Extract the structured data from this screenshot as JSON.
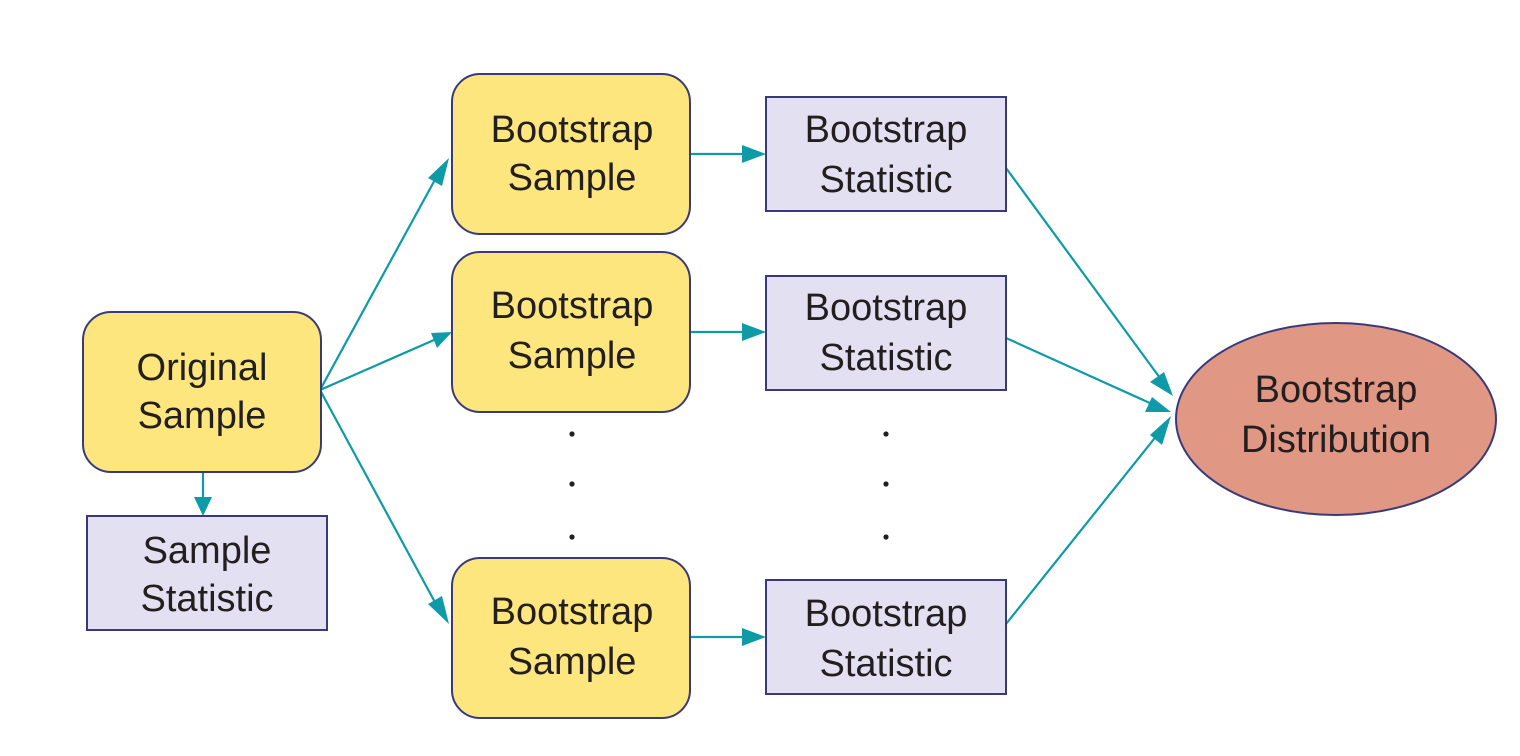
{
  "colors": {
    "sample_fill": "#fde67d",
    "sample_stroke": "#3a3a7a",
    "statistic_fill": "#e3e1f1",
    "statistic_stroke": "#3a3a7a",
    "distribution_fill": "#e09783",
    "distribution_stroke": "#3a3a7a",
    "arrow": "#0e9aa7"
  },
  "nodes": {
    "original_sample": {
      "line1": "Original",
      "line2": "Sample"
    },
    "sample_statistic": {
      "line1": "Sample",
      "line2": "Statistic"
    },
    "bootstrap_samples": [
      {
        "line1": "Bootstrap",
        "line2": "Sample"
      },
      {
        "line1": "Bootstrap",
        "line2": "Sample"
      },
      {
        "line1": "Bootstrap",
        "line2": "Sample"
      }
    ],
    "bootstrap_statistics": [
      {
        "line1": "Bootstrap",
        "line2": "Statistic"
      },
      {
        "line1": "Bootstrap",
        "line2": "Statistic"
      },
      {
        "line1": "Bootstrap",
        "line2": "Statistic"
      }
    ],
    "bootstrap_distribution": {
      "line1": "Bootstrap",
      "line2": "Distribution"
    }
  }
}
